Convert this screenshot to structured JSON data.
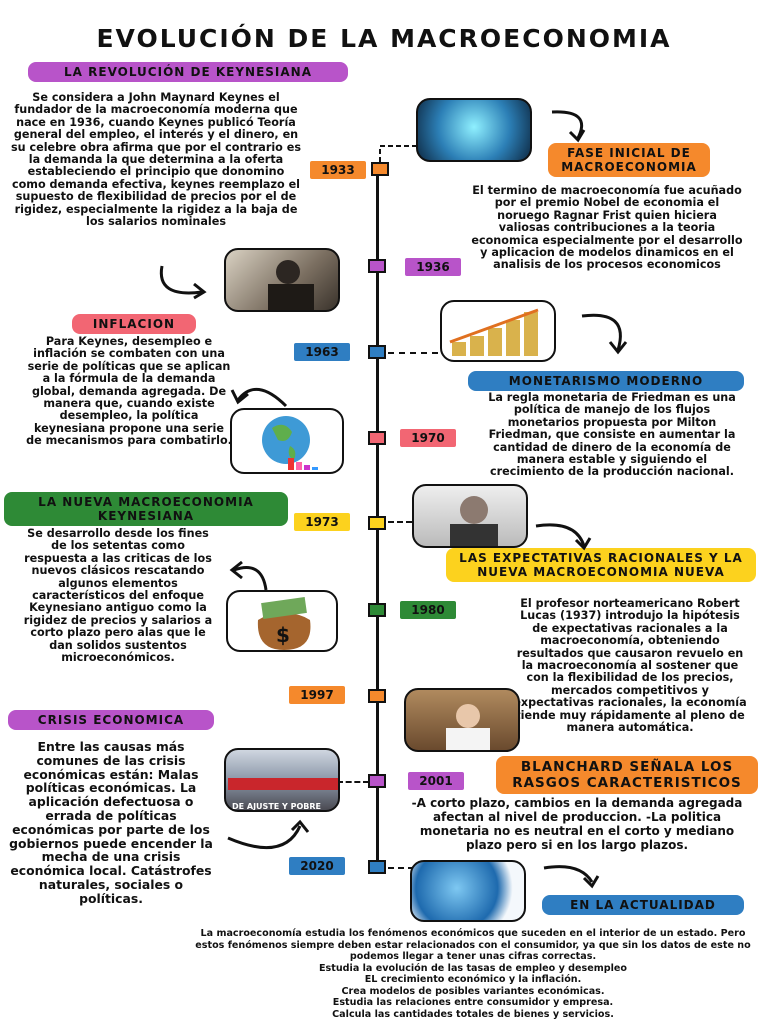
{
  "title": "EVOLUCIÓN DE LA MACROECONOMIA",
  "colors": {
    "purple": "#b854c9",
    "orange": "#f5892c",
    "blue": "#2f7ec2",
    "red": "#f26673",
    "yellow": "#fcd21e",
    "green": "#2e8a36",
    "line": "#111111"
  },
  "left": {
    "keynes": {
      "heading": "LA REVOLUCIÓN DE KEYNESIANA",
      "text": "Se considera a John Maynard Keynes el fundador de la macroeconomía moderna que nace en 1936, cuando Keynes publicó Teoría general del empleo, el interés y el dinero, en su celebre obra afirma que por el contrario es la demanda la que determina a la oferta estableciendo el principio que donomino como demanda efectiva, keynes reemplazo el supuesto de flexibilidad de precios por el de rigidez, especialmente la rigidez a la baja de los salarios nominales"
    },
    "inflacion": {
      "heading": "INFLACION",
      "text": "Para Keynes, desempleo e inflación se combaten con una serie de políticas que se aplican a la fórmula de la demanda global, demanda agregada. De manera que, cuando existe desempleo, la política keynesiana propone una serie de mecanismos para combatirlo."
    },
    "nueva": {
      "heading": "LA NUEVA MACROECONOMIA KEYNESIANA",
      "text": "Se desarrollo desde los fines de los setentas como respuesta a las criticas de los nuevos clásicos rescatando algunos elementos característicos del enfoque Keynesiano antiguo como la rigidez de precios y salarios a corto plazo pero alas que le dan solidos sustentos microeconómicos."
    },
    "crisis": {
      "heading": "CRISIS ECONOMICA",
      "text": "Entre las causas más comunes de las crisis económicas están: Malas políticas económicas. La aplicación defectuosa o errada de políticas económicas por parte de los gobiernos puede encender la mecha de una crisis económica local. Catástrofes naturales, sociales o políticas."
    }
  },
  "right": {
    "fase": {
      "heading": "FASE INICIAL DE MACROECONOMIA",
      "text": "El termino de macroeconomía fue acuñado por el premio Nobel de economia el noruego Ragnar Frist quien hiciera valiosas contribuciones a la teoria economica especialmente por el desarrollo y aplicacion de modelos dinamicos en el analisis de los procesos economicos"
    },
    "monetarismo": {
      "heading": "MONETARISMO MODERNO",
      "text": "La regla monetaria de Friedman es una política de manejo de los flujos monetarios propuesta por Milton Friedman, que consiste en aumentar la cantidad de dinero de la economía de manera estable y siguiendo el crecimiento de la producción nacional."
    },
    "expectativas": {
      "heading": "LAS EXPECTATIVAS RACIONALES Y LA NUEVA MACROECONOMIA NUEVA",
      "text": "El profesor norteamericano Robert Lucas (1937) introdujo la hipótesis de expectativas racionales a la macroeconomía, obteniendo resultados que causaron revuelo en la macroeconomía al sostener que con la flexibilidad de los precios, mercados competitivos y expectativas racionales, la economía tiende muy rápidamente al pleno de manera automática."
    },
    "blanchard": {
      "heading": "BLANCHARD SEÑALA LOS RASGOS CARACTERISTICOS",
      "text": "-A corto plazo, cambios en la demanda agregada afectan al nivel de produccion. -La politica monetaria no es neutral en el corto y mediano plazo pero si en los largo plazos."
    },
    "actualidad": {
      "heading": "EN LA ACTUALIDAD"
    }
  },
  "years": [
    "1933",
    "1936",
    "1963",
    "1970",
    "1973",
    "1980",
    "1997",
    "2001",
    "2020"
  ],
  "photo_caption": "DE AJUSTE Y POBRE",
  "footer": [
    "La macroeconomía estudia los fenómenos económicos que suceden en el interior de un estado. Pero estos fenómenos siempre deben estar relacionados con el consumidor, ya que sin los datos de este no podemos llegar a tener unas cifras correctas.",
    "Estudia la evolución de las tasas de empleo y desempleo",
    "EL crecimiento económico y la inflación.",
    "Crea modelos de posibles variantes económicas.",
    "Estudia las relaciones entre consumidor y empresa.",
    "Calcula las cantidades totales de bienes y servicios."
  ]
}
